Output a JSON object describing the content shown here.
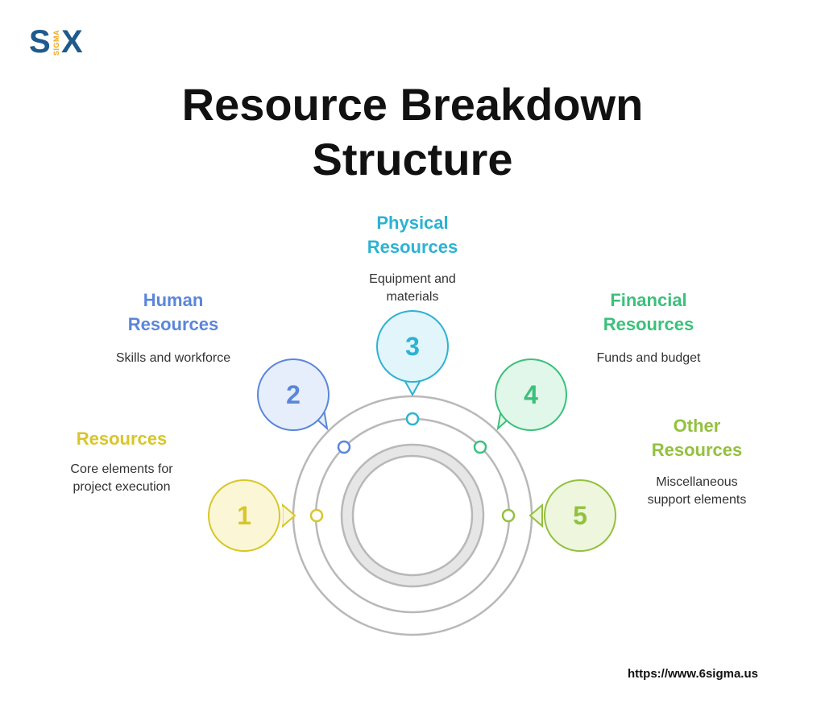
{
  "logo": {
    "left": "S",
    "middle": "SIGMA",
    "right": "X"
  },
  "title": {
    "line1": "Resource Breakdown",
    "line2": "Structure"
  },
  "items": [
    {
      "number": "1",
      "label_line1": "Resources",
      "label_line2": "",
      "desc_line1": "Core elements for",
      "desc_line2": "project execution",
      "color": "#d8c62a",
      "fill": "#fbf7d6"
    },
    {
      "number": "2",
      "label_line1": "Human",
      "label_line2": "Resources",
      "desc_line1": "Skills and workforce",
      "desc_line2": "",
      "color": "#5b86d9",
      "fill": "#e6eefb"
    },
    {
      "number": "3",
      "label_line1": "Physical",
      "label_line2": "Resources",
      "desc_line1": "Equipment and",
      "desc_line2": "materials",
      "color": "#2db2d2",
      "fill": "#e2f5fb"
    },
    {
      "number": "4",
      "label_line1": "Financial",
      "label_line2": "Resources",
      "desc_line1": "Funds and budget",
      "desc_line2": "",
      "color": "#3cc07b",
      "fill": "#e0f7ea"
    },
    {
      "number": "5",
      "label_line1": "Other",
      "label_line2": "Resources",
      "desc_line1": "Miscellaneous",
      "desc_line2": "support elements",
      "color": "#93c13e",
      "fill": "#eef6dd"
    }
  ],
  "footer": {
    "url": "https://www.6sigma.us"
  }
}
